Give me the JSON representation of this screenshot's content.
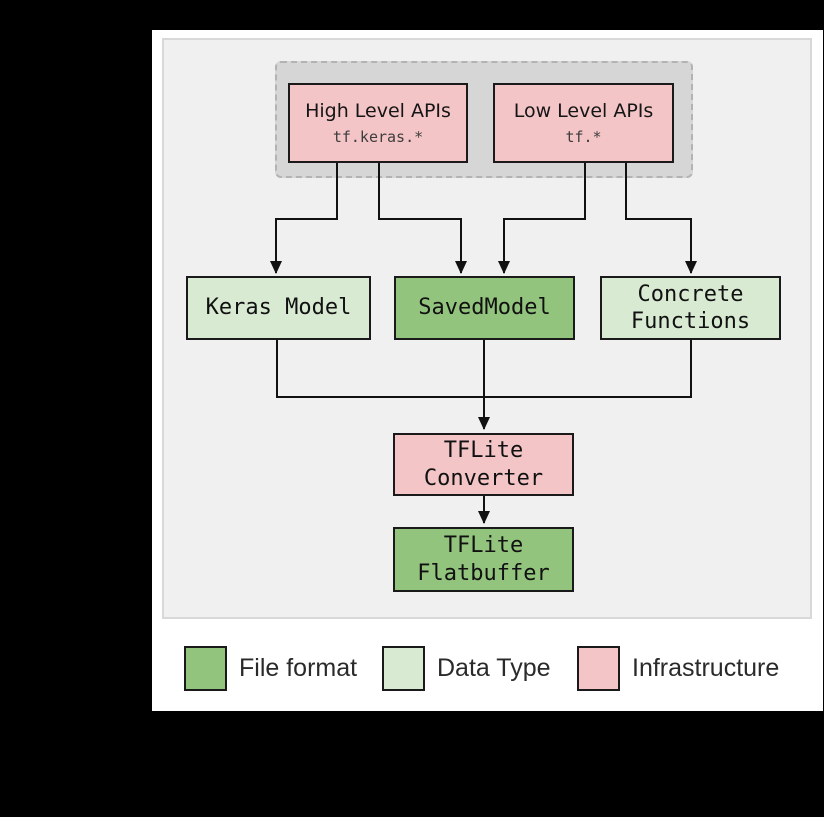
{
  "colors": {
    "file_format_green": "#93c47d",
    "data_type_light_green": "#d9ead3",
    "infrastructure_pink": "#f4c5c7",
    "panel_background": "#f0f0f0",
    "api_group_background": "#d6d6d6",
    "connector_black": "#111111"
  },
  "diagram": {
    "api_group": {
      "high_level": {
        "title": "High Level APIs",
        "code": "tf.keras.*"
      },
      "low_level": {
        "title": "Low Level APIs",
        "code": "tf.*"
      }
    },
    "nodes": {
      "keras_model": {
        "label": "Keras Model"
      },
      "saved_model": {
        "label": "SavedModel"
      },
      "concrete_functions": {
        "line1": "Concrete",
        "line2": "Functions"
      },
      "tflite_converter": {
        "line1": "TFLite",
        "line2": "Converter"
      },
      "tflite_flatbuffer": {
        "line1": "TFLite",
        "line2": "Flatbuffer"
      }
    }
  },
  "legend": {
    "items": [
      {
        "label": "File format",
        "color": "#93c47d"
      },
      {
        "label": "Data Type",
        "color": "#d9ead3"
      },
      {
        "label": "Infrastructure",
        "color": "#f4c5c7"
      }
    ]
  }
}
